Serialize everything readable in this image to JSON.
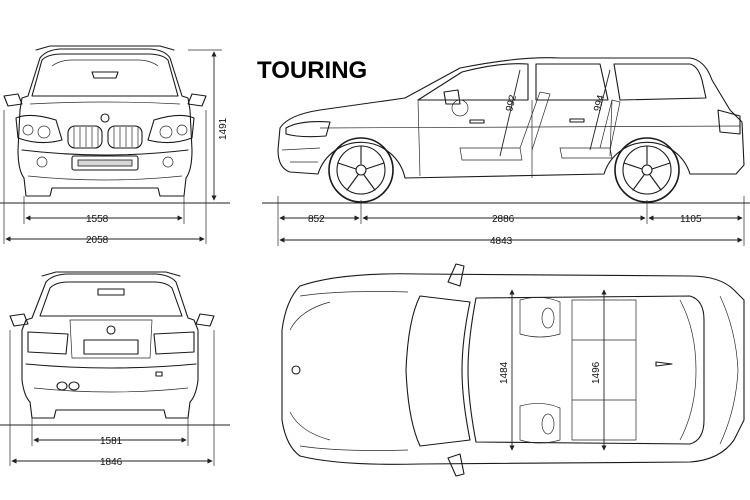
{
  "title": "TOURING",
  "dimensions": {
    "front_track": "1558",
    "front_width": "2058",
    "height": "1491",
    "front_overhang": "852",
    "wheelbase": "2886",
    "rear_overhang": "1105",
    "length": "4843",
    "front_headroom": "992",
    "rear_headroom": "994",
    "rear_track": "1581",
    "rear_width": "1846",
    "front_shoulder": "1484",
    "rear_shoulder": "1496"
  }
}
